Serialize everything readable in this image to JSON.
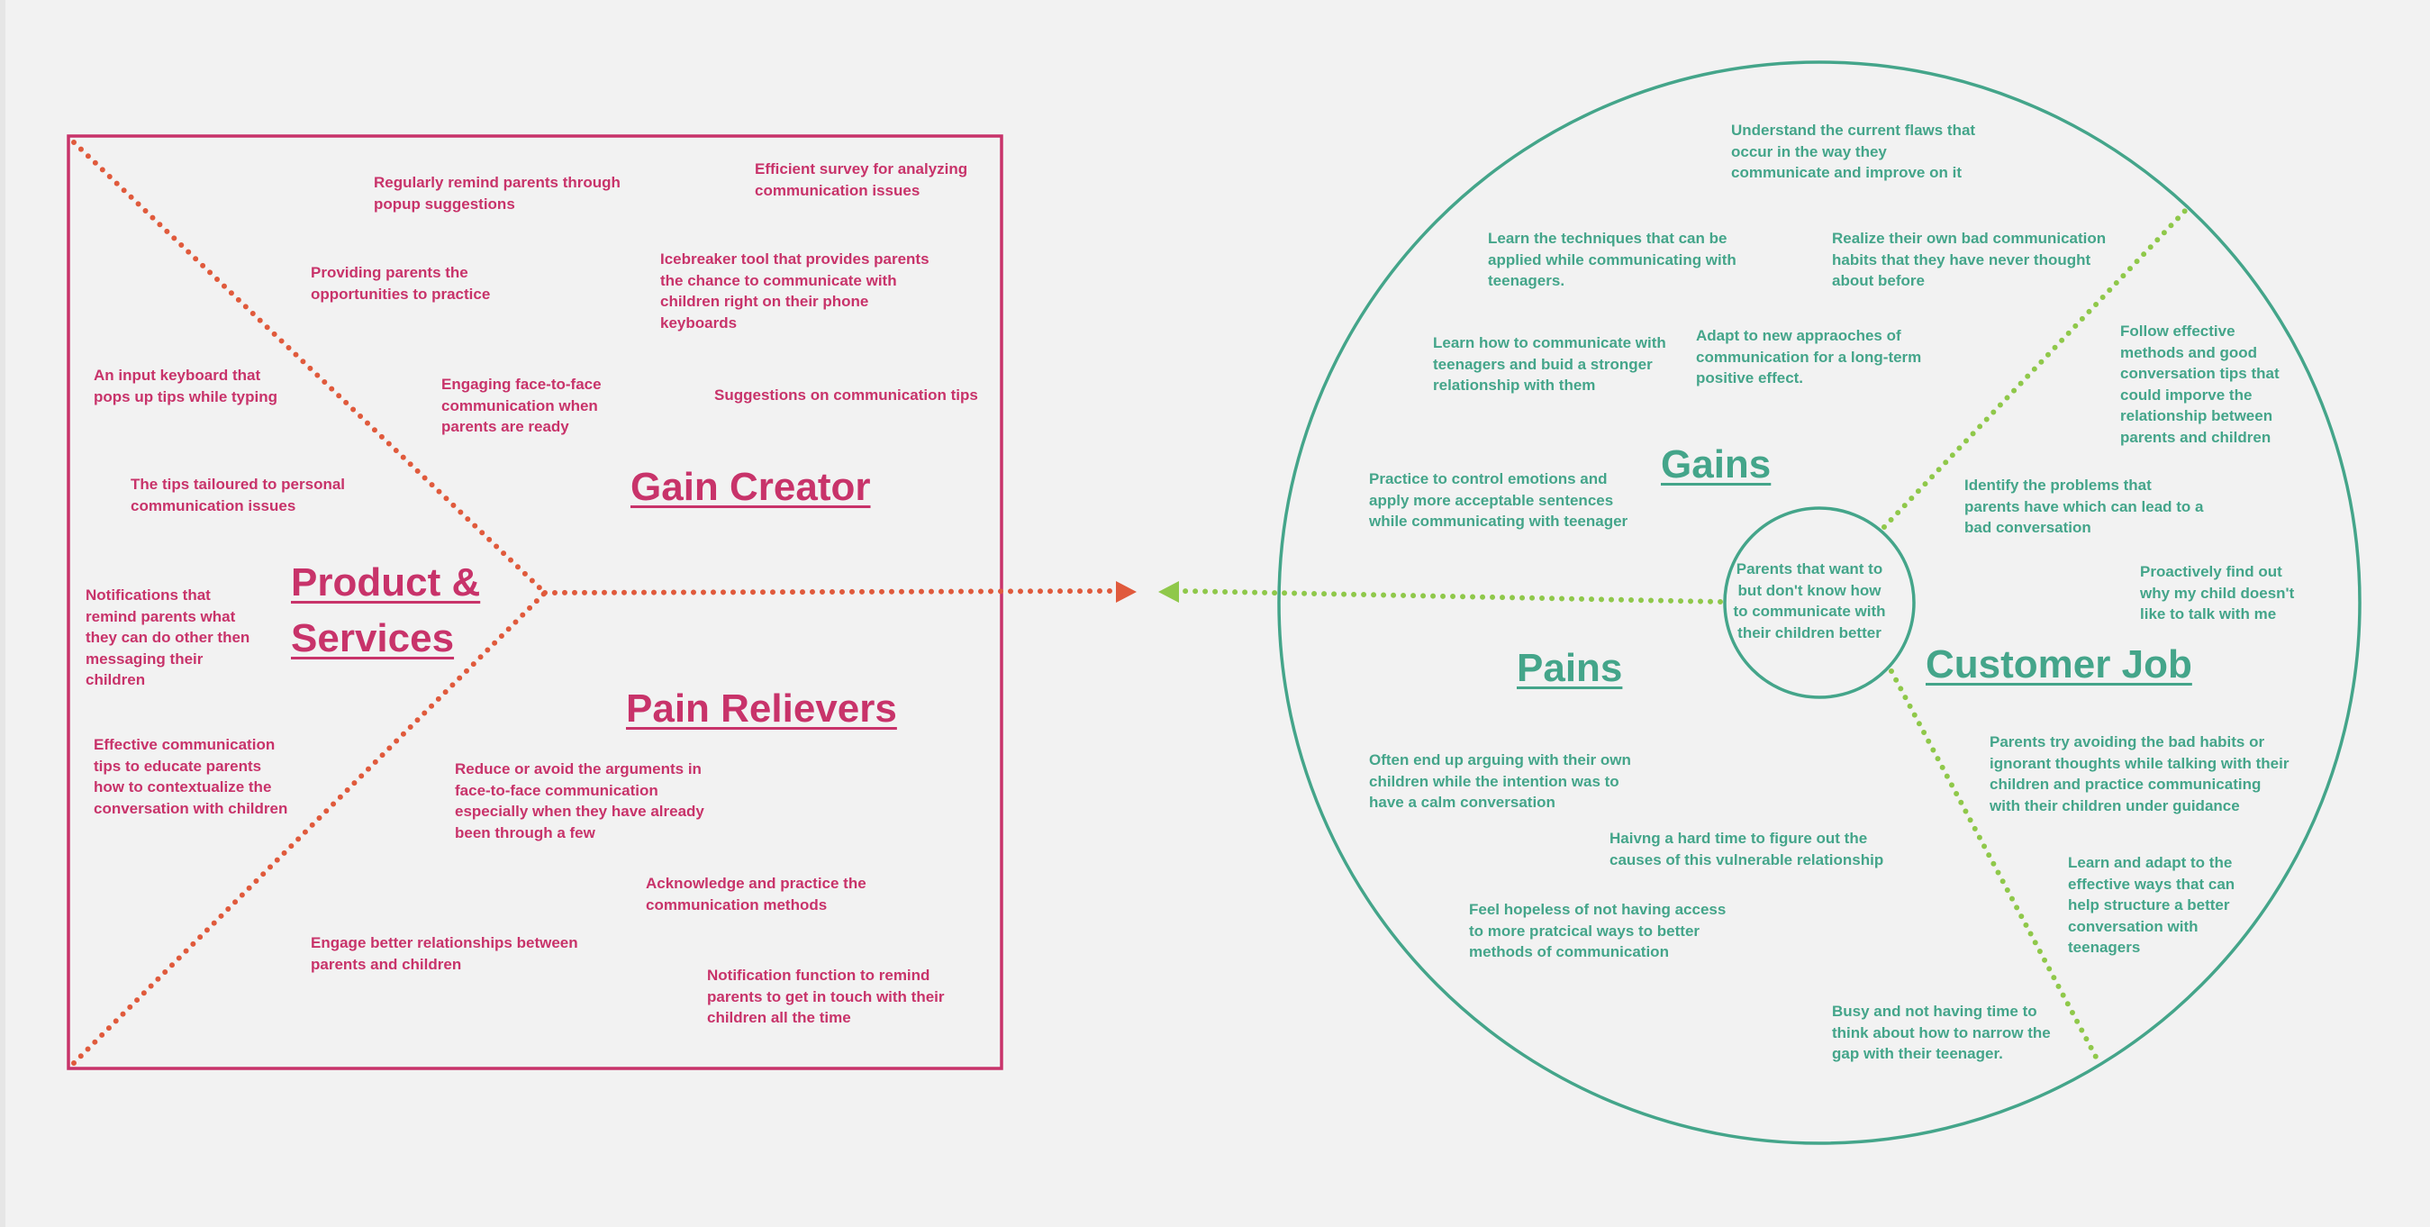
{
  "colors": {
    "background": "#f2f2f2",
    "product_side": "#c8336a",
    "dotted_orange": "#e05a3c",
    "customer_side": "#44a58a",
    "dotted_green": "#8fc84a"
  },
  "product_side": {
    "product_services_heading": "Product &\nServices",
    "gain_creator_heading": "Gain Creator",
    "pain_relievers_heading": "Pain Relievers",
    "notes": {
      "remind_popup": "Regularly remind parents through\npopup suggestions",
      "efficient_survey": "Efficient survey for analyzing\ncommunication issues",
      "providing_opportunities": "Providing parents the\nopportunities to practice",
      "icebreaker_tool": "Icebreaker tool that provides parents\nthe chance to communicate with\nchildren right on their phone\nkeyboards",
      "input_keyboard": "An input keyboard that\npops up tips while typing",
      "engaging_face_to_face": "Engaging face-to-face\ncommunication when\nparents are ready",
      "suggestions_tips": "Suggestions on communication tips",
      "tailoured_tips": "The tips tailoured to personal\ncommunication issues",
      "notifications_remind": "Notifications that\nremind parents what\nthey can do other then\nmessaging their\nchildren",
      "effective_tips": "Effective communication\ntips to educate parents\nhow to contextualize the\nconversation with children",
      "reduce_arguments": "Reduce or avoid the arguments in\nface-to-face communication\nespecially when they have already\nbeen through a few",
      "acknowledge_practice": "Acknowledge and practice the\ncommunication methods",
      "engage_relationships": "Engage better relationships between\nparents and children",
      "notification_function": "Notification function to remind\nparents to get in touch with their\nchildren all the time"
    }
  },
  "customer_side": {
    "gains_heading": "Gains",
    "pains_heading": "Pains",
    "customer_job_heading": "Customer Job",
    "center_text": "Parents that want to\nbut don't know how\nto communicate with\ntheir children better",
    "notes": {
      "understand_flaws": "Understand the current flaws that\noccur in the way they\ncommunicate and improve on it",
      "learn_techniques": "Learn the techniques that can be\napplied while communicating with\nteenagers.",
      "realize_habits": "Realize their own bad communication\nhabits that they have never thought\nabout before",
      "learn_communicate": "Learn how to communicate with\nteenagers and buid a stronger\nrelationship with them",
      "adapt_approaches": "Adapt to new appraoches of\ncommunication for a long-term\npositive effect.",
      "follow_methods": "Follow effective\nmethods and good\nconversation tips that\ncould imporve the\nrelationship between\nparents and children",
      "control_emotions": "Practice to control emotions and\napply more acceptable sentences\nwhile communicating with teenager",
      "identify_problems": "Identify the problems that\nparents have which can lead to a\nbad conversation",
      "proactively_find": "Proactively find out\nwhy my child doesn't\nlike to talk with me",
      "arguing": "Often end up arguing with their own\nchildren while the intention was to\nhave a calm conversation",
      "avoiding_habits": "Parents try avoiding the bad habits or\nignorant thoughts while talking with their\nchildren and practice communicating\nwith their children under guidance",
      "hard_time": "Haivng a hard time to figure out the\ncauses of this vulnerable relationship",
      "learn_adapt": "Learn and adapt to the\neffective ways that can\nhelp structure a better\nconversation with\nteenagers",
      "hopeless": "Feel hopeless of not having access\nto more pratcical ways to better\nmethods of communication",
      "busy": "Busy and not having time to\nthink about how to narrow the\ngap with their teenager."
    }
  }
}
